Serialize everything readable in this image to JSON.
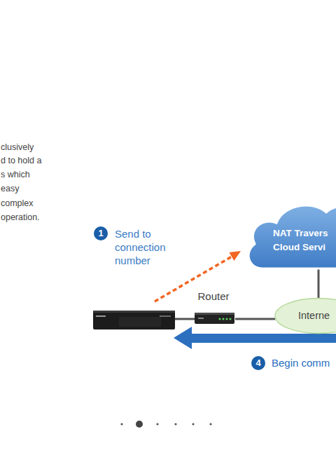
{
  "diagram": {
    "nodes": [
      {
        "text": [
          "NAT Travers Cloud Servi"
        ]
      },
      {
        "text": [
          "Router"
        ]
      },
      {
        "text": [
          "Interne"
        ]
      }
    ],
    "edges": [
      {
        "from": 0,
        "to": 2,
        "arrow": "none"
      },
      {
        "from": 1,
        "to": 2,
        "arrow": "none"
      }
    ],
    "labels": [
      "clusively",
      "d to hold a",
      "s which",
      "easy",
      "complex",
      "operation.",
      "1",
      "Send to connection number",
      "4",
      "Begin comm"
    ]
  }
}
